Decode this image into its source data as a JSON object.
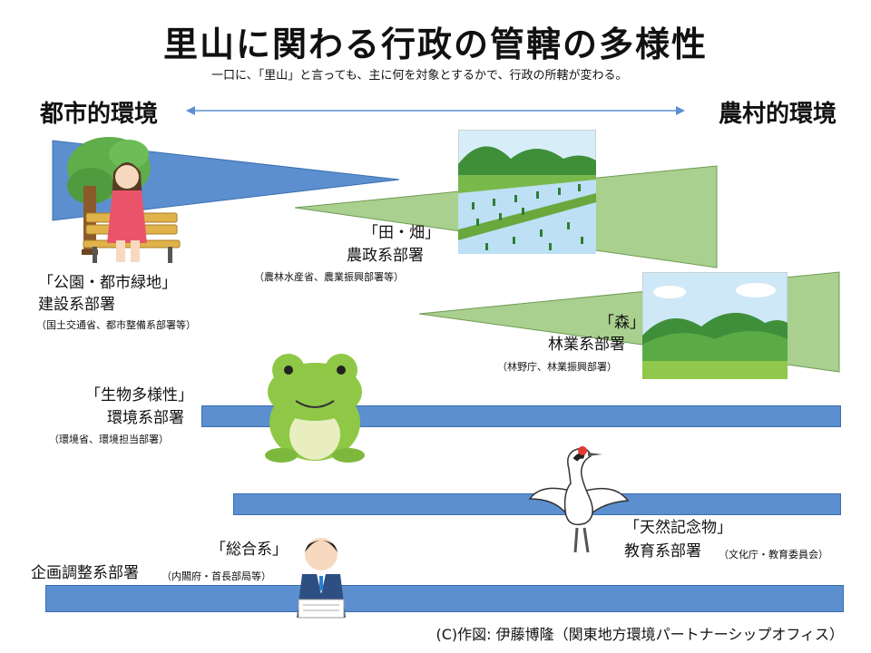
{
  "title": "里山に関わる行政の管轄の多様性",
  "subtitle": "一口に、「里山」と言っても、主に何を対象とするかで、行政の所轄が変わる。",
  "axis": {
    "left": "都市的環境",
    "right": "農村的環境"
  },
  "items": [
    {
      "target": "「公園・都市緑地」",
      "dept": "建設系部署",
      "agencies": "（国土交通省、都市整備系部署等）"
    },
    {
      "target": "「田・畑」",
      "dept": "農政系部署",
      "agencies": "（農林水産省、農業振興部署等）"
    },
    {
      "target": "「森」",
      "dept": "林業系部署",
      "agencies": "（林野庁、林業振興部署）"
    },
    {
      "target": "「生物多様性」",
      "dept": "環境系部署",
      "agencies": "（環境省、環境担当部署）"
    },
    {
      "target": "「天然記念物」",
      "dept": "教育系部署",
      "agencies": "（文化庁・教育委員会）"
    },
    {
      "target": "「総合系」",
      "dept": "企画調整系部署",
      "agencies": "（内閣府・首長部局等）"
    }
  ],
  "credit": "(C)作図: 伊藤博隆（関東地方環境パートナーシップオフィス）",
  "colors": {
    "blue": "#5b8fd0",
    "green": "#a9d08e",
    "sky": "#cfe8f7"
  }
}
